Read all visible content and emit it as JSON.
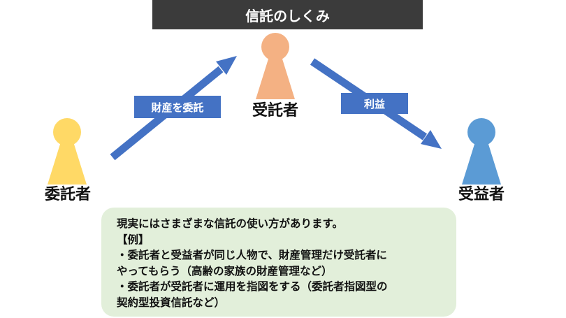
{
  "title": "信託のしくみ",
  "roles": {
    "settlor": {
      "label": "委託者",
      "color": "#ffd966"
    },
    "trustee": {
      "label": "受託者",
      "color": "#f4b183"
    },
    "beneficiary": {
      "label": "受益者",
      "color": "#5b9bd5"
    }
  },
  "flows": {
    "entrust": "財産を委託",
    "benefit": "利益"
  },
  "arrow_color": "#4472c4",
  "note": {
    "lines": [
      "現実にはさまざまな信託の使い方があります。",
      "【例】",
      "・委託者と受益者が同じ人物で、財産管理だけ受託者に",
      "やってもらう（高齢の家族の財産管理など）",
      "・委託者が受託者に運用を指図をする（委託者指図型の",
      "契約型投資信託など）"
    ]
  }
}
